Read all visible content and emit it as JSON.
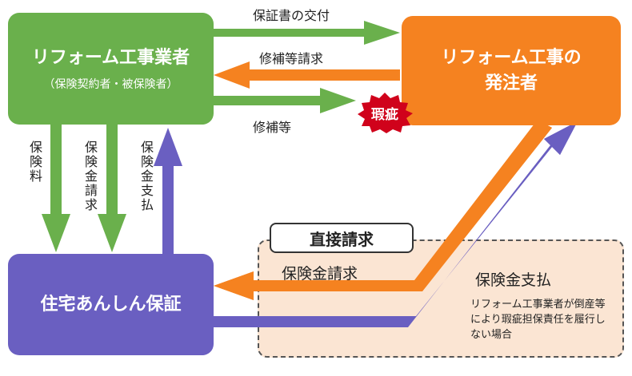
{
  "nodes": {
    "contractor": {
      "title": "リフォーム工事業者",
      "subtitle": "（保険契約者・被保険者）"
    },
    "client": {
      "title_line1": "リフォーム工事の",
      "title_line2": "発注者"
    },
    "insurer": {
      "title": "住宅あんしん保証"
    }
  },
  "flows": {
    "certificate": "保証書の交付",
    "repair_request": "修補等請求",
    "repair": "修補等",
    "premium": "保険料",
    "claim": "保険金請求",
    "payment": "保険金支払"
  },
  "defect_badge": "瑕疵",
  "direct_claim": {
    "tab_label": "直接請求",
    "claim_label": "保険金請求",
    "payment_label": "保険金支払",
    "note": "リフォーム工事業者が倒産等により瑕疵担保責任を履行しない場合"
  },
  "colors": {
    "green": "#6ab04c",
    "orange": "#f58220",
    "purple": "#6a5fc1",
    "red": "#d0021b",
    "area": "#fbe5d3"
  }
}
